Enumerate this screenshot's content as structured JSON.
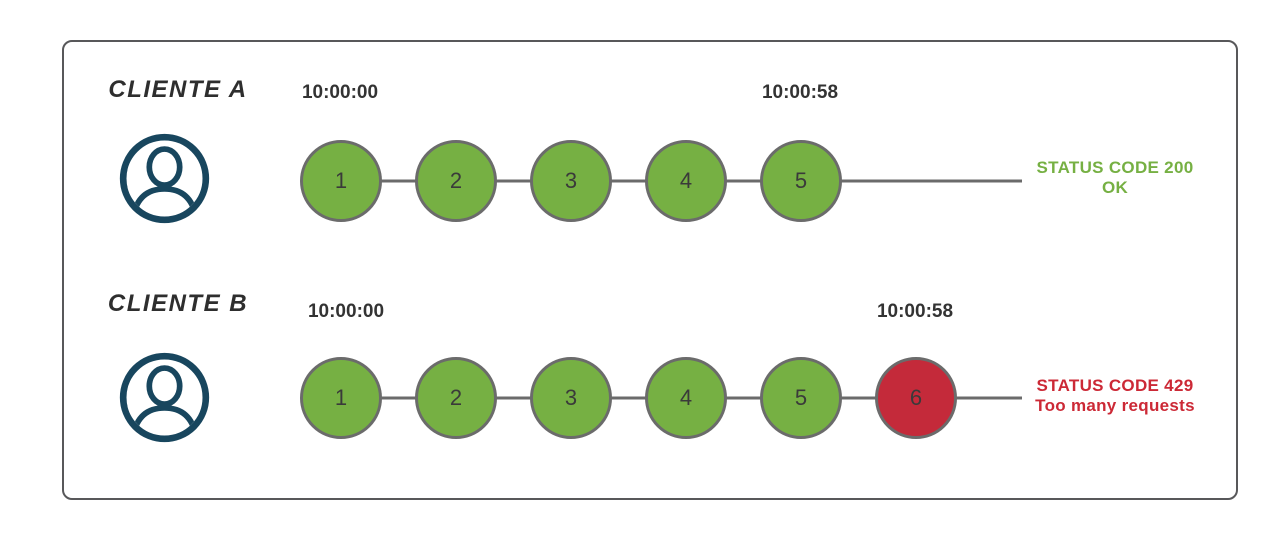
{
  "clients": [
    {
      "name": "CLIENTE A",
      "start_time": "10:00:00",
      "end_time": "10:00:58",
      "requests": [
        {
          "n": "1",
          "status": "success"
        },
        {
          "n": "2",
          "status": "success"
        },
        {
          "n": "3",
          "status": "success"
        },
        {
          "n": "4",
          "status": "success"
        },
        {
          "n": "5",
          "status": "success"
        }
      ],
      "status": {
        "type": "success",
        "line1": "STATUS CODE 200",
        "line2": "OK"
      }
    },
    {
      "name": "CLIENTE B",
      "start_time": "10:00:00",
      "end_time": "10:00:58",
      "requests": [
        {
          "n": "1",
          "status": "success"
        },
        {
          "n": "2",
          "status": "success"
        },
        {
          "n": "3",
          "status": "success"
        },
        {
          "n": "4",
          "status": "success"
        },
        {
          "n": "5",
          "status": "success"
        },
        {
          "n": "6",
          "status": "error"
        }
      ],
      "status": {
        "type": "error",
        "line1": "STATUS CODE 429",
        "line2": "Too many requests"
      }
    }
  ],
  "colors": {
    "success": "#76b043",
    "error": "#c42a3a",
    "error_text": "#cc2936",
    "avatar": "#18465e",
    "line": "#6b6b6b",
    "frame_border": "#58585a",
    "timestamp_text": "#333333"
  },
  "icons": {
    "avatar": "user-avatar-icon"
  }
}
